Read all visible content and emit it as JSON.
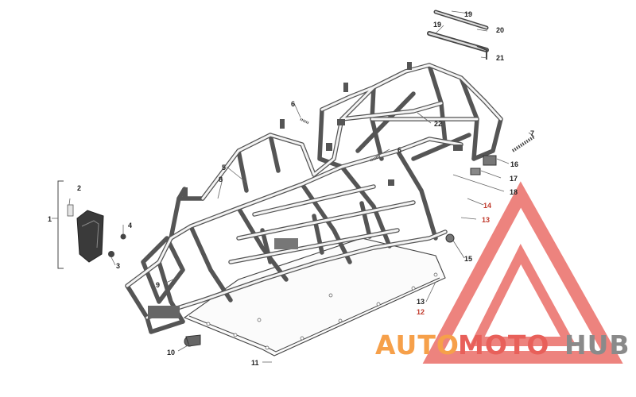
{
  "callouts": {
    "c1": "1",
    "c2": "2",
    "c3": "3",
    "c4": "4",
    "c5": "5",
    "c6a": "6",
    "c6b": "6",
    "c7": "7",
    "c8": "8",
    "c9": "9",
    "c10": "10",
    "c11": "11",
    "c12": "12",
    "c13a": "13",
    "c13b": "13",
    "c14": "14",
    "c15": "15",
    "c16": "16",
    "c17": "17",
    "c18": "18",
    "c19a": "19",
    "c19b": "19",
    "c20": "20",
    "c21": "21",
    "c22": "22"
  },
  "watermark": {
    "part1": "AUTO",
    "part2": "MOTO",
    "part3": "HUB",
    "color_red": "#e8605a",
    "color_orange": "#f6a04a",
    "color_gray": "#8a8a8a"
  }
}
